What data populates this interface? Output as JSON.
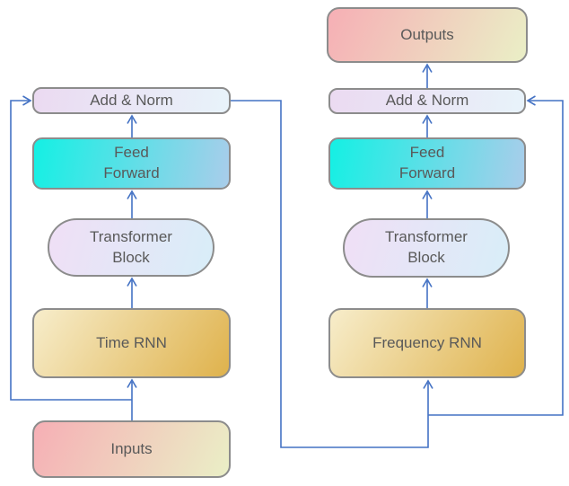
{
  "diagram": {
    "type": "architecture-flow-diagram",
    "nodes": {
      "inputs": {
        "label": "Inputs",
        "shape": "rounded-rect",
        "fill": "io-gradient"
      },
      "time_rnn": {
        "label": "Time RNN",
        "shape": "rounded-rect",
        "fill": "rnn-gradient"
      },
      "transformer_left": {
        "label": "Transformer\nBlock",
        "shape": "stadium",
        "fill": "transformer-gradient"
      },
      "feed_forward_left": {
        "label": "Feed\nForward",
        "shape": "rounded-rect",
        "fill": "feedforward-gradient"
      },
      "add_norm_left": {
        "label": "Add & Norm",
        "shape": "rounded-rect",
        "fill": "addnorm-gradient"
      },
      "frequency_rnn": {
        "label": "Frequency RNN",
        "shape": "rounded-rect",
        "fill": "rnn-gradient"
      },
      "transformer_right": {
        "label": "Transformer\nBlock",
        "shape": "stadium",
        "fill": "transformer-gradient"
      },
      "feed_forward_right": {
        "label": "Feed\nForward",
        "shape": "rounded-rect",
        "fill": "feedforward-gradient"
      },
      "add_norm_right": {
        "label": "Add & Norm",
        "shape": "rounded-rect",
        "fill": "addnorm-gradient"
      },
      "outputs": {
        "label": "Outputs",
        "shape": "rounded-rect",
        "fill": "io-gradient"
      }
    },
    "edges": [
      {
        "from": "inputs",
        "to": "time_rnn",
        "kind": "arrow"
      },
      {
        "from": "time_rnn",
        "to": "transformer_left",
        "kind": "arrow"
      },
      {
        "from": "transformer_left",
        "to": "feed_forward_left",
        "kind": "arrow"
      },
      {
        "from": "feed_forward_left",
        "to": "add_norm_left",
        "kind": "arrow"
      },
      {
        "from": "inputs",
        "to": "add_norm_left",
        "kind": "residual-skip"
      },
      {
        "from": "add_norm_left",
        "to": "frequency_rnn",
        "kind": "arrow"
      },
      {
        "from": "frequency_rnn",
        "to": "transformer_right",
        "kind": "arrow"
      },
      {
        "from": "transformer_right",
        "to": "feed_forward_right",
        "kind": "arrow"
      },
      {
        "from": "feed_forward_right",
        "to": "add_norm_right",
        "kind": "arrow"
      },
      {
        "from": "frequency_rnn",
        "to": "add_norm_right",
        "kind": "residual-skip"
      },
      {
        "from": "add_norm_right",
        "to": "outputs",
        "kind": "arrow"
      }
    ],
    "colors": {
      "bg": "#FFFFFF",
      "connector": "#4472C4",
      "border": "#8C8C8C",
      "text": "#595959",
      "io-a": "#F6AFB5",
      "io-b": "#EAEFC6",
      "rnn-a": "#F7EDCB",
      "rnn-b": "#DFB24C",
      "tf-a": "#F0DFF6",
      "tf-b": "#D8EEF8",
      "ff-a": "#14F0E4",
      "ff-b": "#A9CDEA",
      "an-a": "#EBDAF1",
      "an-b": "#E8F3FA"
    }
  }
}
